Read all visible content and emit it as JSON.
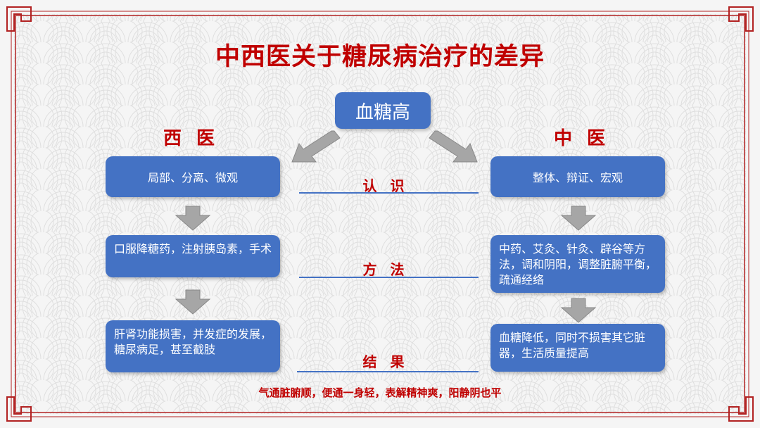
{
  "title": "中西医关于糖尿病治疗的差异",
  "top_box": "血糖高",
  "western": {
    "heading": "西 医",
    "cognition": "局部、分离、微观",
    "method": "口服降糖药，注射胰岛素，手术",
    "result": "肝肾功能损害，并发症的发展，糖尿病足，甚至截肢"
  },
  "chinese": {
    "heading": "中 医",
    "cognition": "整体、辩证、宏观",
    "method": "中药、艾灸、针灸、辟谷等方法，调和阴阳，调整脏腑平衡，疏通经络",
    "result": "血糖降低，同时不损害其它脏器，生活质量提高"
  },
  "middle_labels": {
    "cognition": "认 识",
    "method": "方 法",
    "result": "结 果"
  },
  "footer": "气通脏腑顺，便通一身轻，表解精神爽，阳静阴也平",
  "colors": {
    "box": "#4472c4",
    "accent": "#c00000",
    "arrow": "#a6a6a6"
  }
}
